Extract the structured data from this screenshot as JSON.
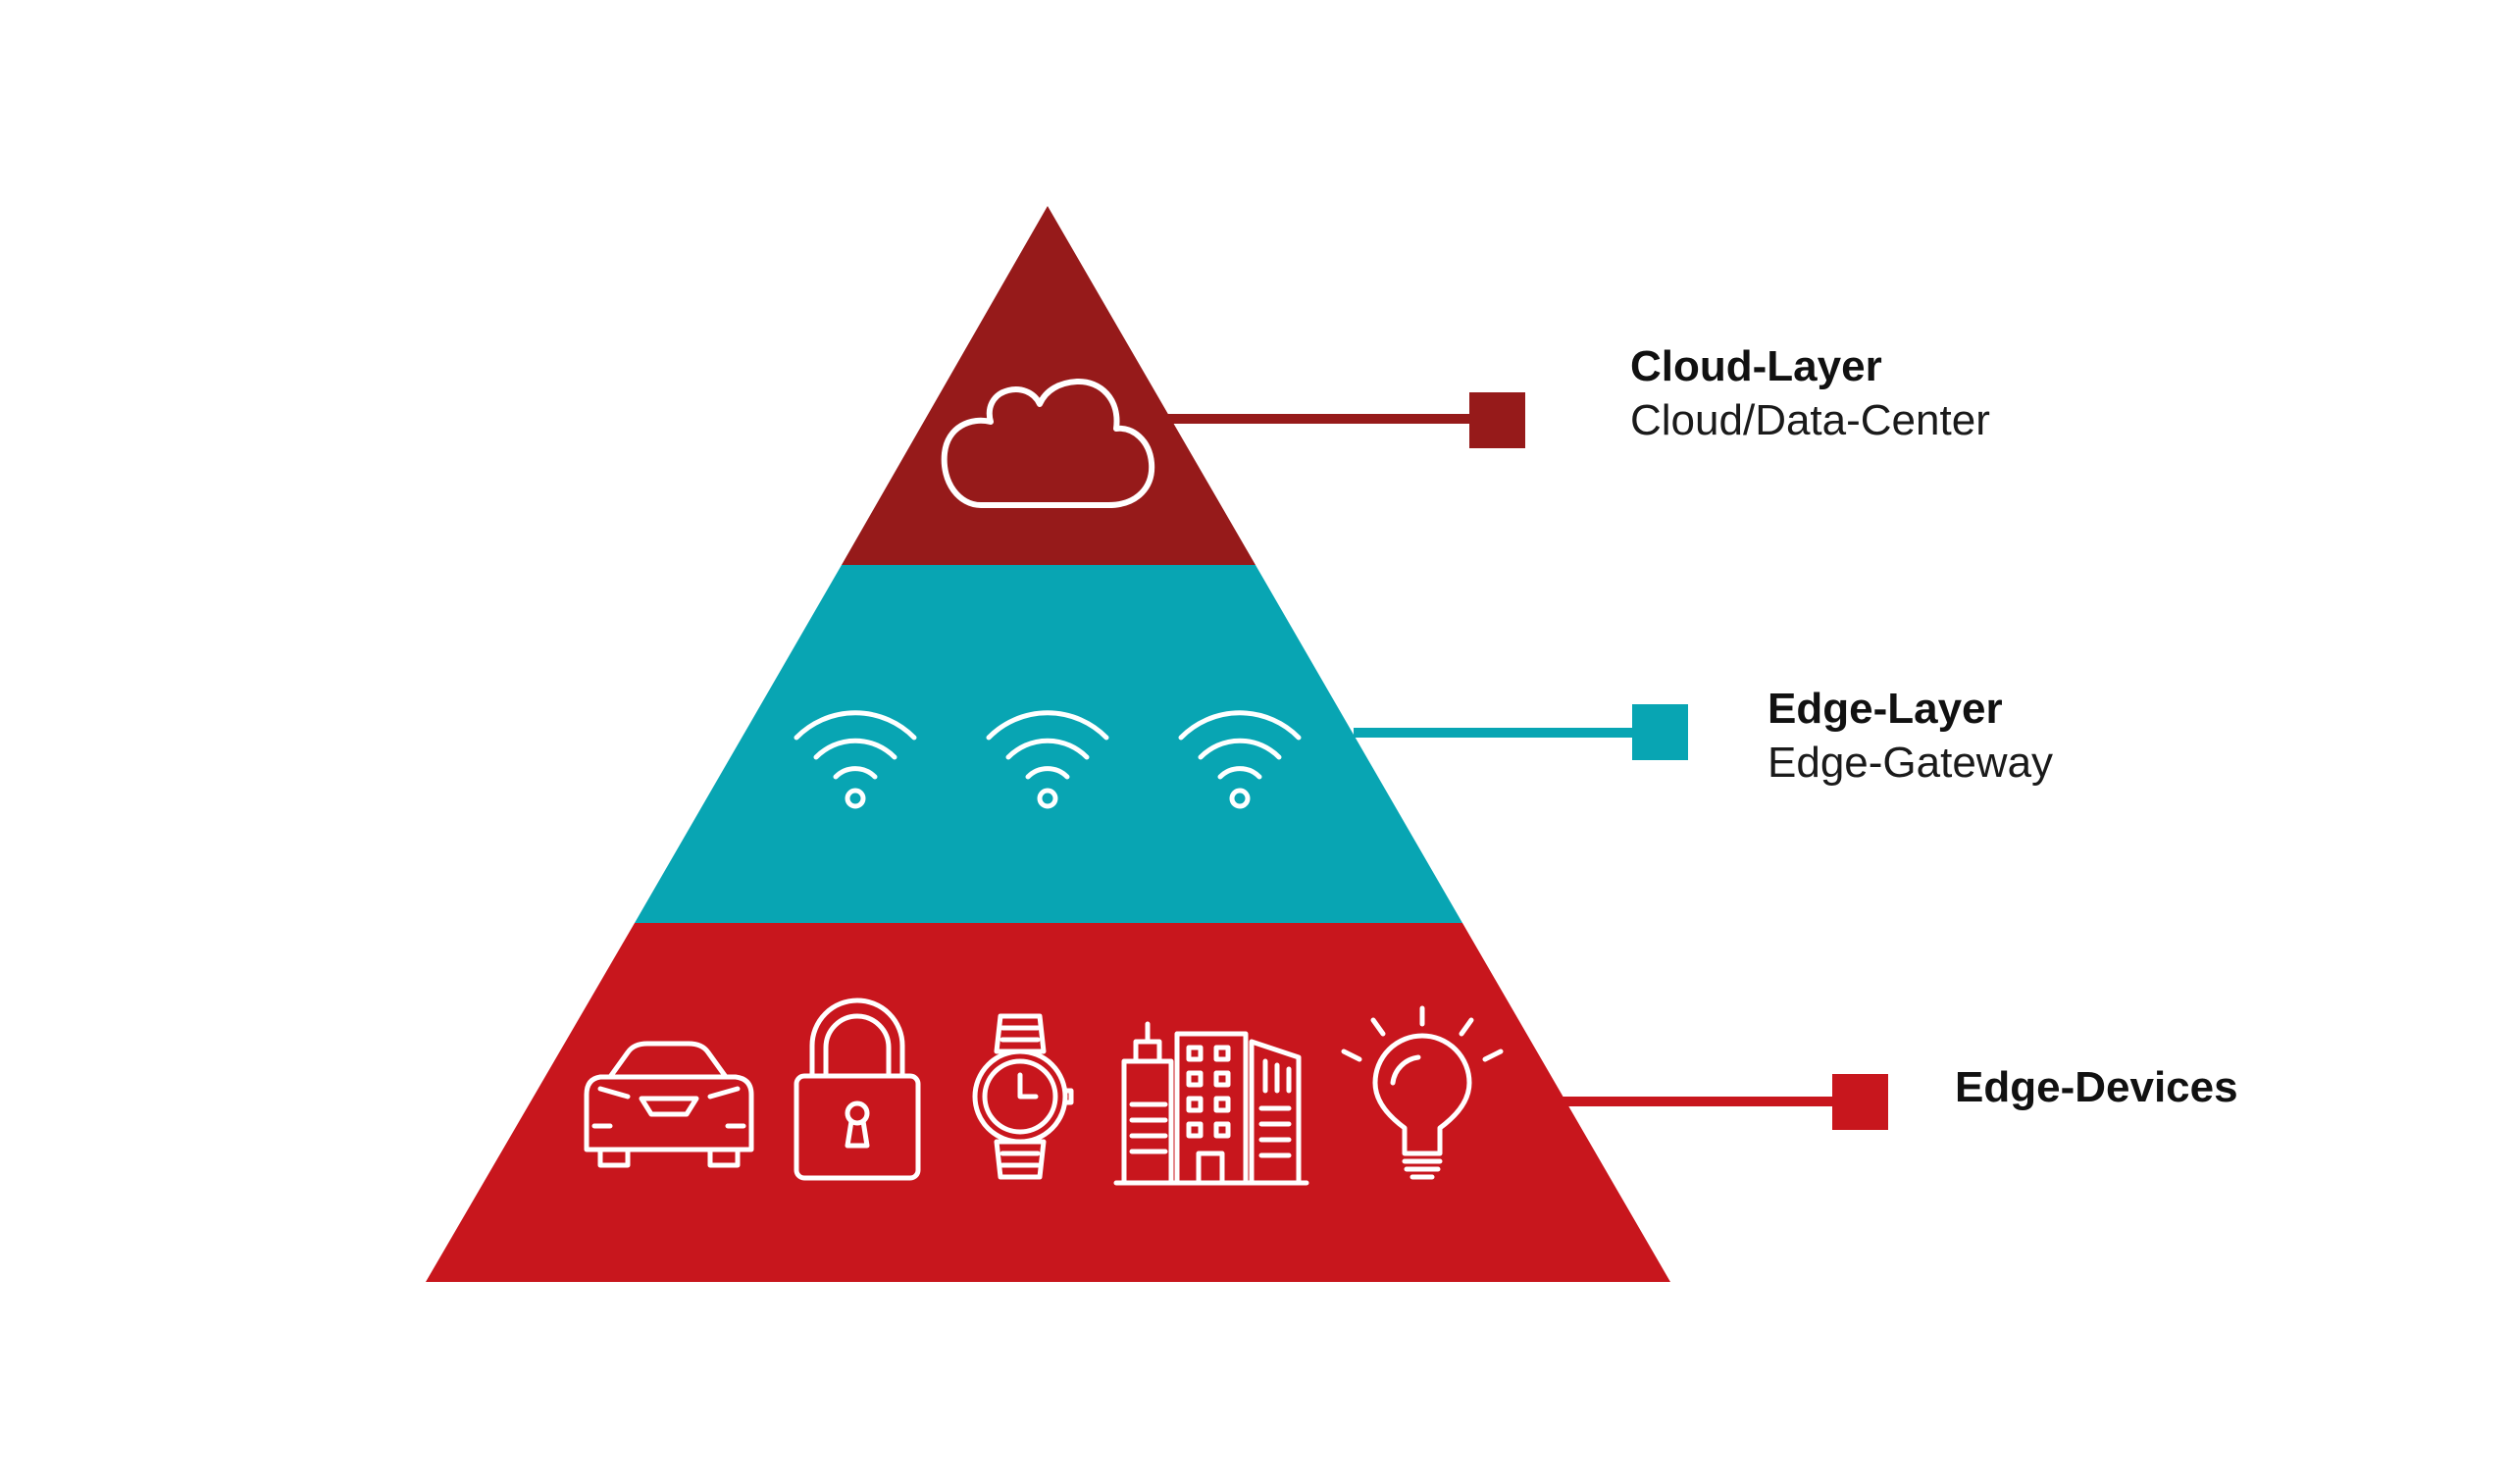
{
  "colors": {
    "cloud_layer": "#961A1A",
    "edge_layer": "#08A5B3",
    "edge_devices": "#C8161D",
    "icon_stroke": "#FFFFFF",
    "text": "#111111"
  },
  "layers": [
    {
      "id": "cloud",
      "title": "Cloud-Layer",
      "subtitle": "Cloud/Data-Center",
      "icons": [
        "cloud-icon"
      ]
    },
    {
      "id": "edge",
      "title": "Edge-Layer",
      "subtitle": "Edge-Gateway",
      "icons": [
        "wifi-icon",
        "wifi-icon",
        "wifi-icon"
      ]
    },
    {
      "id": "devices",
      "title": "Edge-Devices",
      "subtitle": "",
      "icons": [
        "car-icon",
        "padlock-icon",
        "wristwatch-icon",
        "buildings-icon",
        "lightbulb-icon"
      ]
    }
  ]
}
